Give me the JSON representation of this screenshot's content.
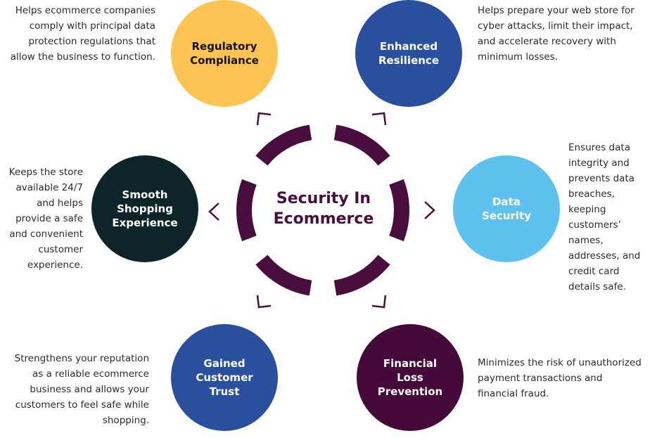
{
  "center": {
    "title": "Security In\nEcommerce"
  },
  "items": [
    {
      "label": "Regulatory\nCompliance",
      "description": "Helps ecommerce companies\ncomply with principal data\nprotection regulations that\nallow the business to function."
    },
    {
      "label": "Enhanced\nResilience",
      "description": "Helps prepare your web store for\ncyber attacks, limit their impact,\nand accelerate recovery with\nminimum losses."
    },
    {
      "label": "Data\nSecurity",
      "description": "Ensures data\nintegrity and\nprevents data\nbreaches,\nkeeping\ncustomers’\nnames,\naddresses, and\ncredit card\ndetails safe."
    },
    {
      "label": "Financial\nLoss\nPrevention",
      "description": "Minimizes the risk of unauthorized\npayment transactions and\nfinancial fraud."
    },
    {
      "label": "Gained\nCustomer\nTrust",
      "description": "Strengthens your reputation\nas a reliable ecommerce\nbusiness and allows your\ncustomers to feel safe while\nshopping."
    },
    {
      "label": "Smooth\nShopping\nExperience",
      "description": "Keeps the store\navailable 24/7\nand helps\nprovide a safe\nand convenient\ncustomer\nexperience."
    }
  ],
  "colors": {
    "ring": "#4a0e3e",
    "regulatory": "#fdc454",
    "resilience": "#2a4f9e",
    "data_security": "#5fc2ee",
    "financial": "#45093a",
    "trust": "#2a4f9e",
    "smooth": "#0d2528",
    "title": "#4a0e3e"
  }
}
